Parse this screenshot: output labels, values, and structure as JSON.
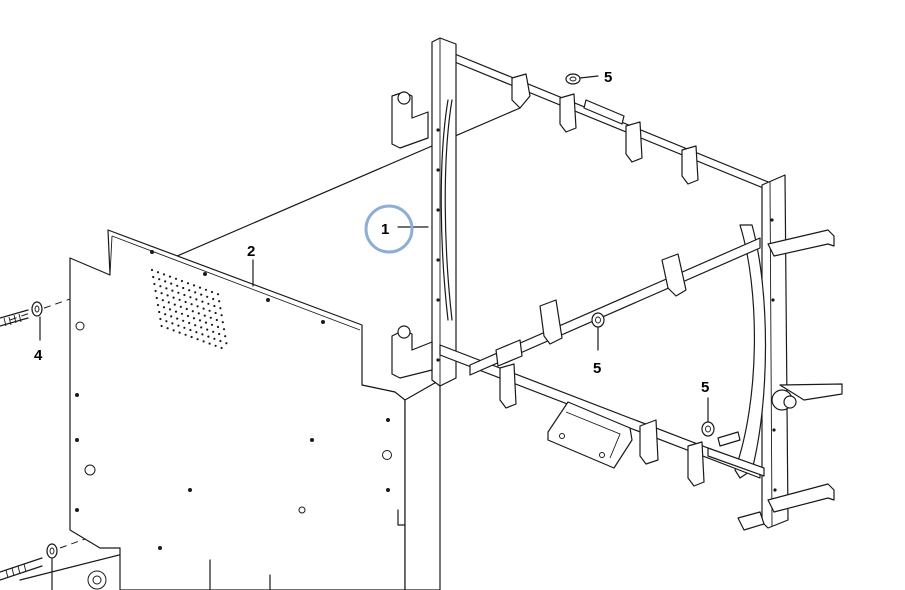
{
  "callouts": {
    "c1": "1",
    "c2": "2",
    "c4": "4",
    "c5a": "5",
    "c5b": "5",
    "c5c": "5"
  },
  "colors": {
    "line": "#1a1a1a",
    "highlight_ring": "#8eaed6",
    "background": "#ffffff"
  }
}
